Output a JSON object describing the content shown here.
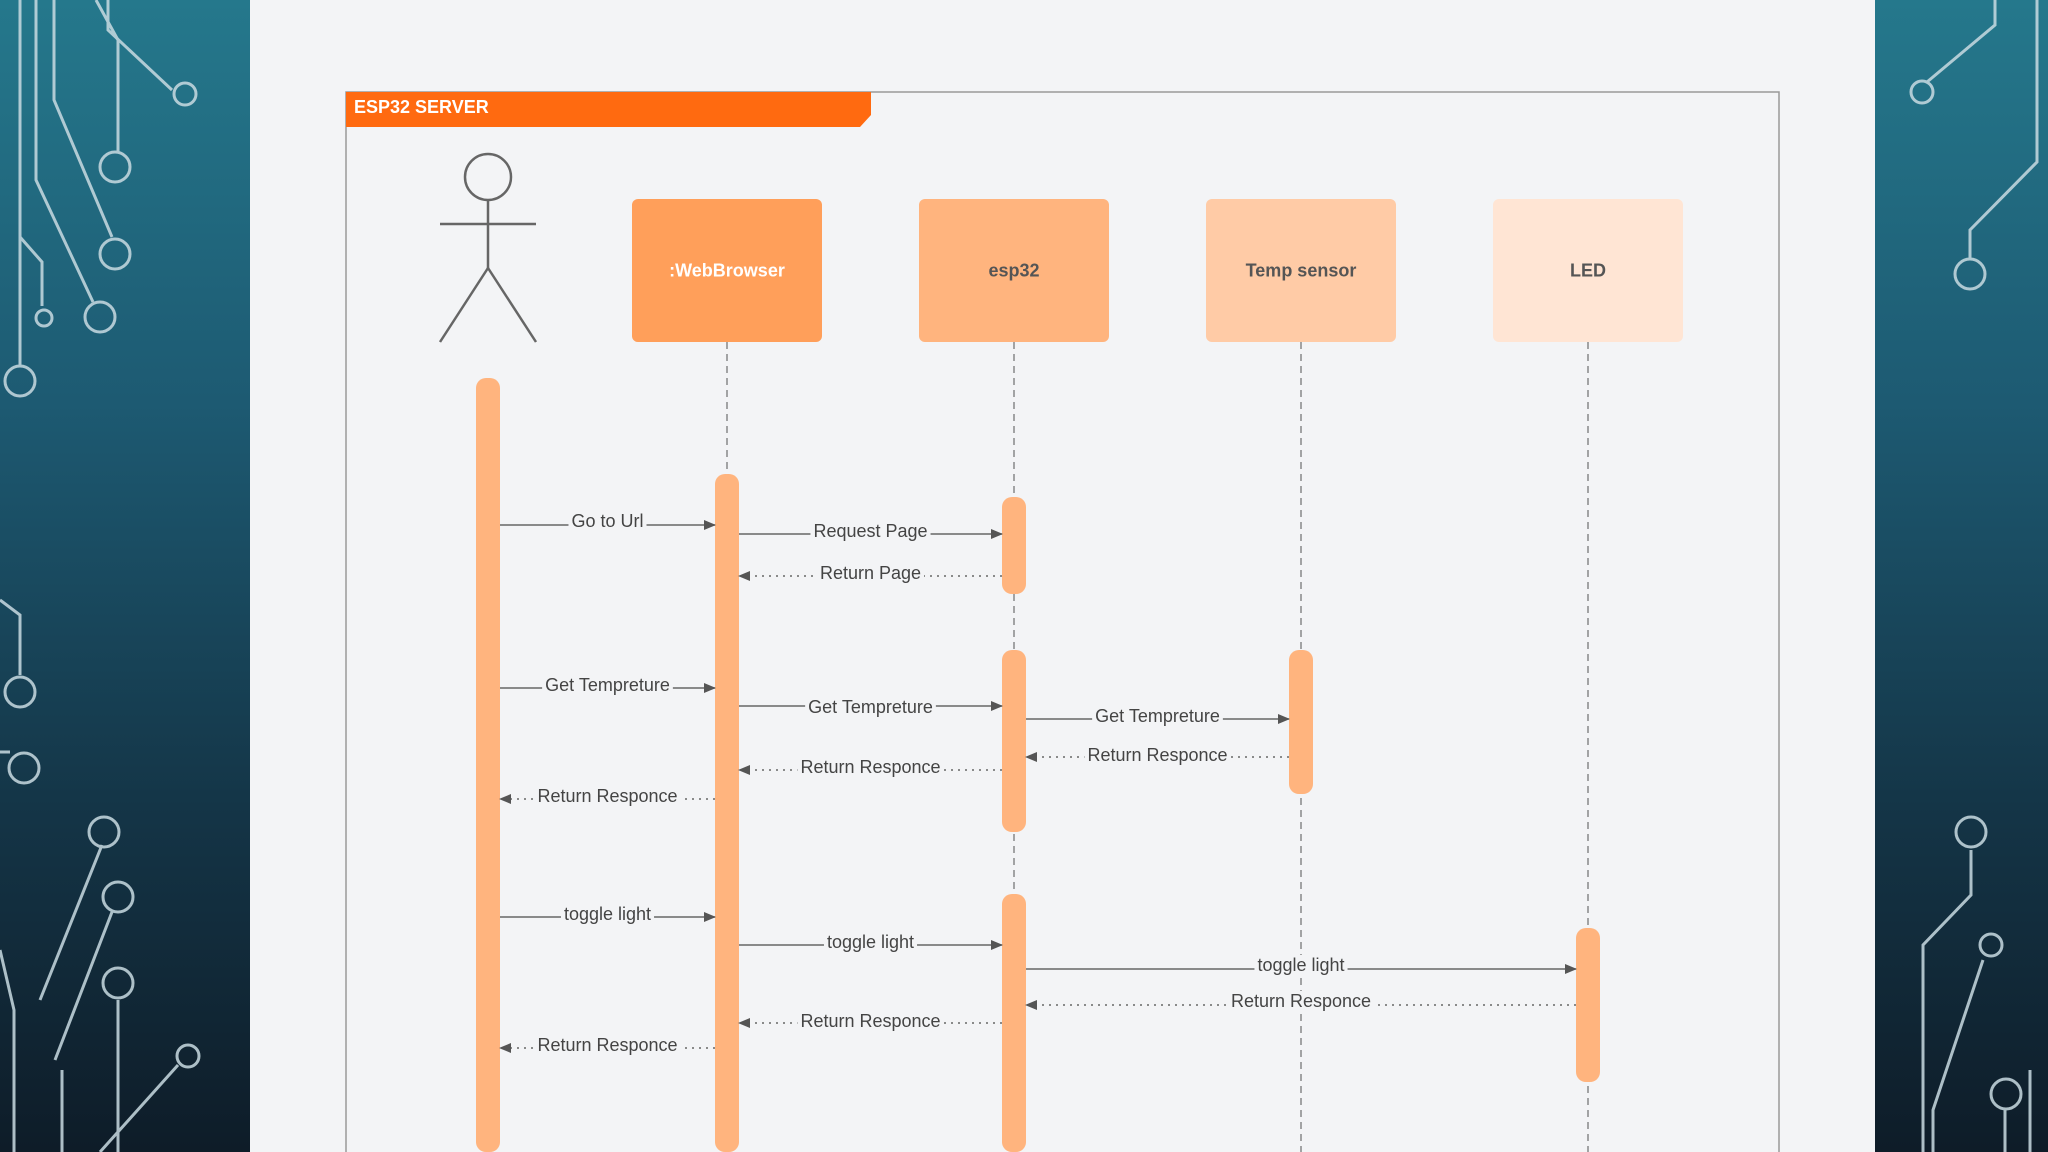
{
  "frame": {
    "title": "ESP32 SERVER"
  },
  "participants": [
    {
      "id": "user",
      "kind": "actor",
      "label": ""
    },
    {
      "id": "browser",
      "kind": "box",
      "label": ":WebBrowser",
      "fill": "#ff9f5a",
      "text": "#ffffff"
    },
    {
      "id": "esp32",
      "kind": "box",
      "label": "esp32",
      "fill": "#ffb47e",
      "text": "#555555"
    },
    {
      "id": "temp",
      "kind": "box",
      "label": "Temp sensor",
      "fill": "#ffcba6",
      "text": "#555555"
    },
    {
      "id": "led",
      "kind": "box",
      "label": "LED",
      "fill": "#ffe5d4",
      "text": "#555555"
    }
  ],
  "messages": [
    {
      "from": "user",
      "to": "browser",
      "label": "Go to Url",
      "style": "solid"
    },
    {
      "from": "browser",
      "to": "esp32",
      "label": "Request Page",
      "style": "solid"
    },
    {
      "from": "esp32",
      "to": "browser",
      "label": "Return Page",
      "style": "dotted"
    },
    {
      "from": "user",
      "to": "browser",
      "label": "Get Tempreture",
      "style": "solid"
    },
    {
      "from": "browser",
      "to": "esp32",
      "label": "Get Tempreture",
      "style": "solid"
    },
    {
      "from": "esp32",
      "to": "temp",
      "label": "Get Tempreture",
      "style": "solid"
    },
    {
      "from": "temp",
      "to": "esp32",
      "label": "Return Responce",
      "style": "dotted"
    },
    {
      "from": "esp32",
      "to": "browser",
      "label": "Return Responce",
      "style": "dotted"
    },
    {
      "from": "browser",
      "to": "user",
      "label": "Return Responce",
      "style": "dotted"
    },
    {
      "from": "user",
      "to": "browser",
      "label": "toggle light",
      "style": "solid"
    },
    {
      "from": "browser",
      "to": "esp32",
      "label": "toggle light",
      "style": "solid"
    },
    {
      "from": "esp32",
      "to": "led",
      "label": "toggle light",
      "style": "solid"
    },
    {
      "from": "led",
      "to": "esp32",
      "label": "Return Responce",
      "style": "dotted"
    },
    {
      "from": "esp32",
      "to": "browser",
      "label": "Return Responce",
      "style": "dotted"
    },
    {
      "from": "browser",
      "to": "user",
      "label": "Return Responce",
      "style": "dotted"
    }
  ],
  "colors": {
    "frame_tab": "#ff6a10",
    "activation": "#ffb47e",
    "line": "#666666",
    "frame_border": "#999999"
  }
}
